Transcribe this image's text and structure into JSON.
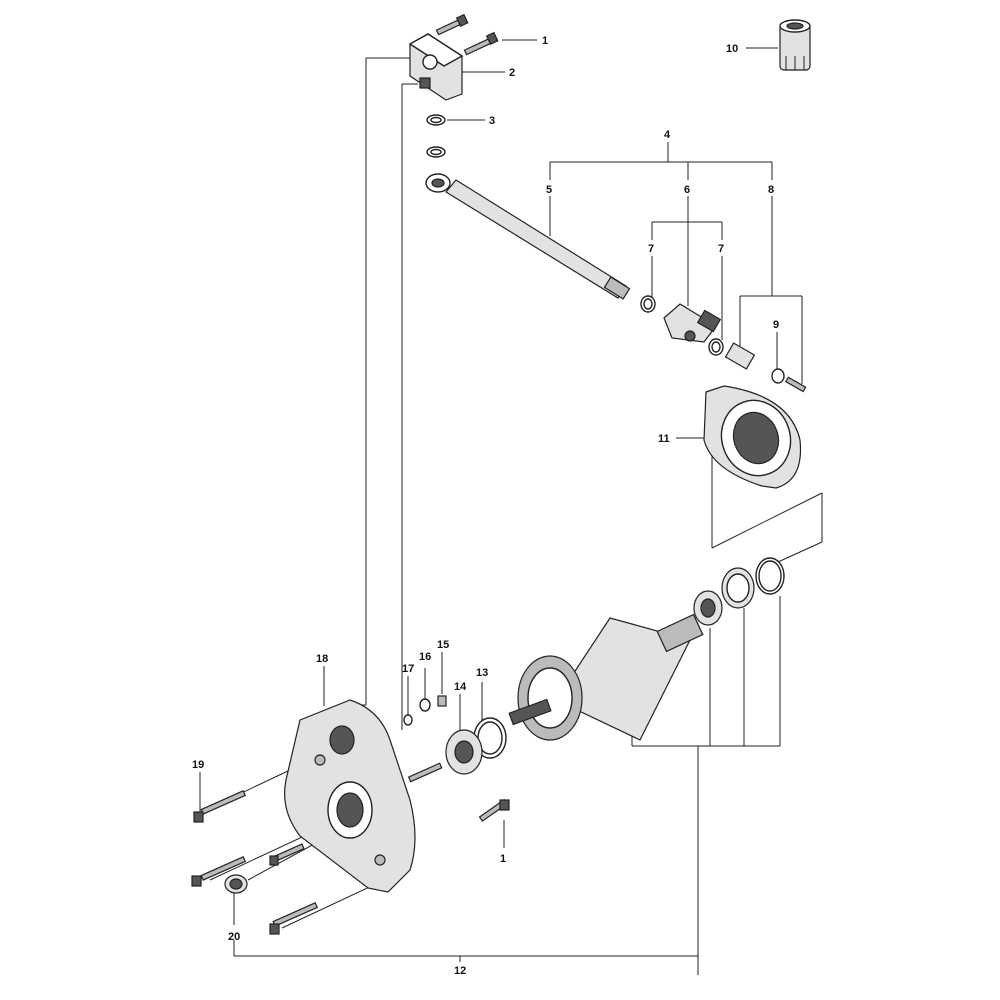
{
  "callouts": {
    "c1_top": "1",
    "c2": "2",
    "c3": "3",
    "c4": "4",
    "c5": "5",
    "c6": "6",
    "c7_left": "7",
    "c7_right": "7",
    "c8": "8",
    "c9": "9",
    "c10": "10",
    "c11": "11",
    "c12": "12",
    "c13": "13",
    "c14": "14",
    "c15": "15",
    "c16": "16",
    "c17": "17",
    "c18": "18",
    "c19": "19",
    "c20": "20",
    "c1_bottom": "1"
  }
}
